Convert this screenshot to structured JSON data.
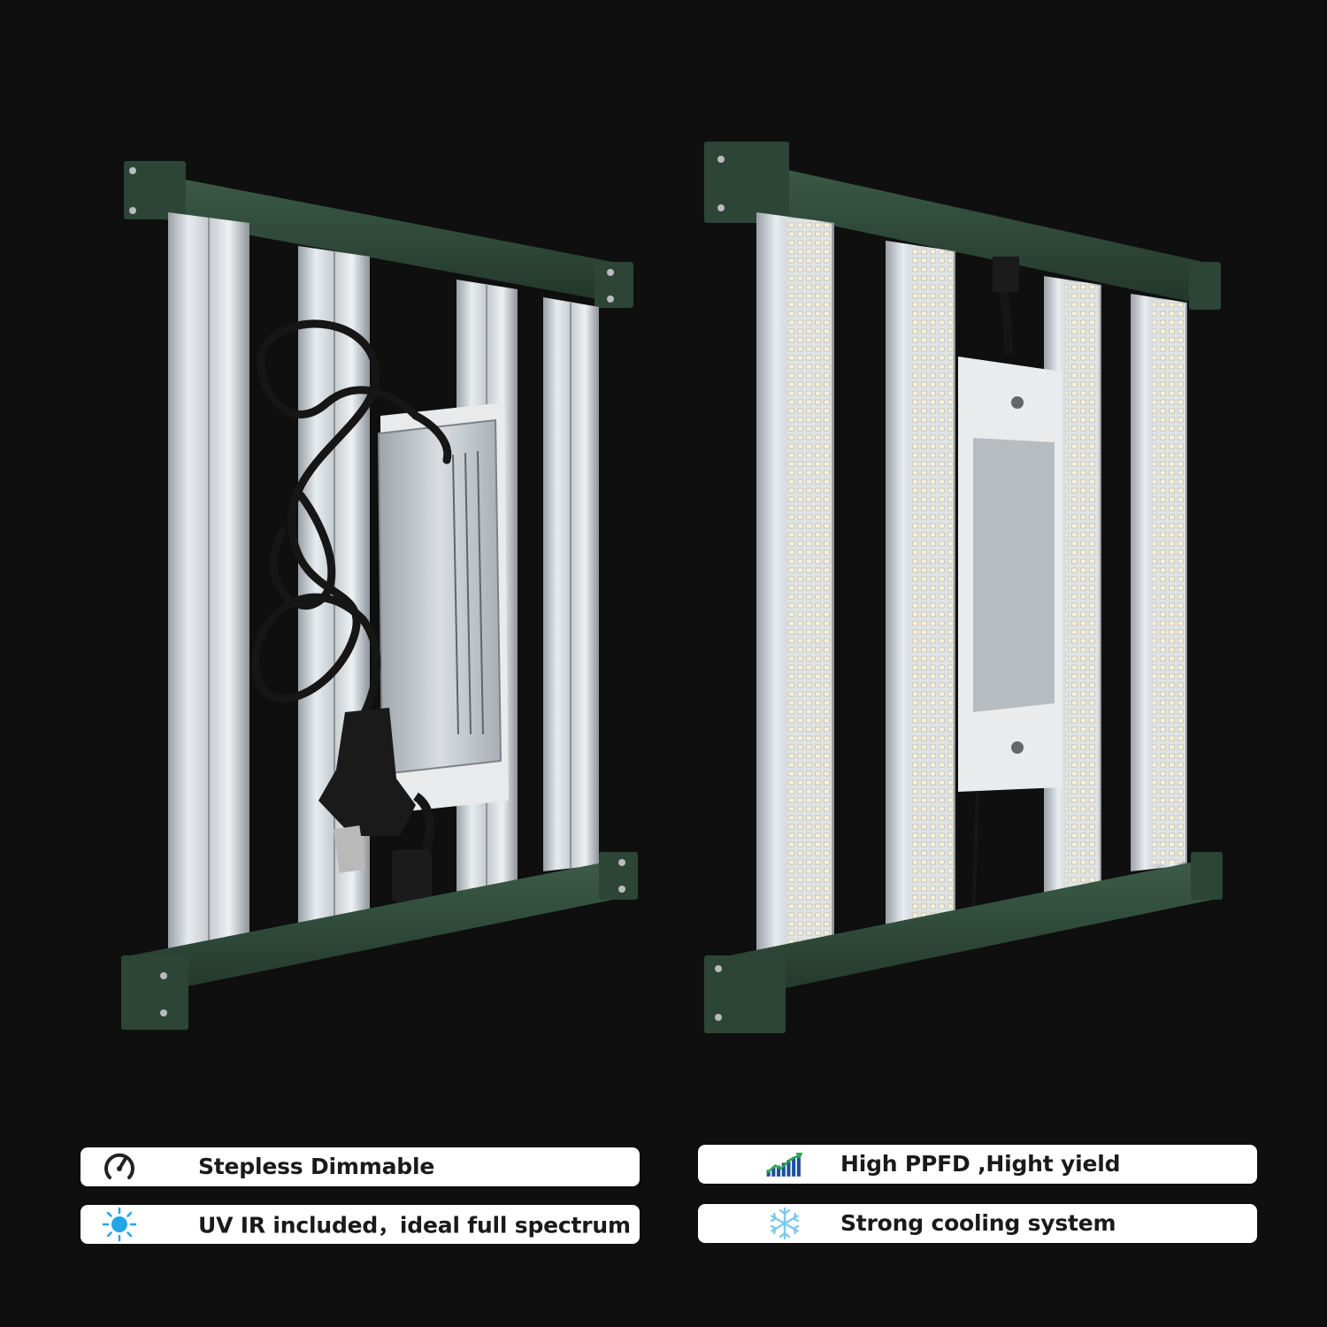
{
  "features": [
    {
      "label": "Stepless Dimmable",
      "icon": "dimmer-knob-icon"
    },
    {
      "label": "UV IR included，ideal full spectrum",
      "icon": "sun-icon"
    },
    {
      "label": "High PPFD ,Hight yield",
      "icon": "growth-bars-icon"
    },
    {
      "label": "Strong cooling system",
      "icon": "snowflake-icon"
    }
  ],
  "colors": {
    "background": "#0f0f0f",
    "frame_green": "#2f4a3a",
    "aluminum": "#d4d8dc",
    "sun_blue": "#23a6e8",
    "growth_blue": "#1c4f9c",
    "growth_green": "#2aa84a",
    "snow_blue": "#7cc9ea"
  }
}
